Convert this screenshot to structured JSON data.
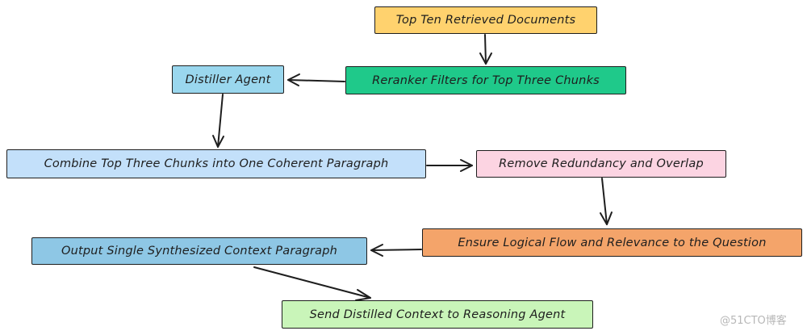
{
  "diagram": {
    "nodes": [
      {
        "id": "top-docs",
        "label": "Top Ten Retrieved Documents",
        "fill": "#ffd26e"
      },
      {
        "id": "reranker",
        "label": "Reranker Filters for Top Three Chunks",
        "fill": "#1fc98a"
      },
      {
        "id": "distiller",
        "label": "Distiller Agent",
        "fill": "#9ad7ee"
      },
      {
        "id": "combine",
        "label": "Combine Top Three Chunks into One Coherent Paragraph",
        "fill": "#c3e0fa"
      },
      {
        "id": "remove",
        "label": "Remove Redundancy and Overlap",
        "fill": "#fcd4e2"
      },
      {
        "id": "ensure",
        "label": "Ensure Logical Flow and Relevance to the Question",
        "fill": "#f4a46a"
      },
      {
        "id": "output",
        "label": "Output Single Synthesized Context Paragraph",
        "fill": "#8ec7e5"
      },
      {
        "id": "send",
        "label": "Send Distilled Context to Reasoning Agent",
        "fill": "#c9f5b9"
      }
    ],
    "edges": [
      {
        "from": "top-docs",
        "to": "reranker"
      },
      {
        "from": "reranker",
        "to": "distiller"
      },
      {
        "from": "distiller",
        "to": "combine"
      },
      {
        "from": "combine",
        "to": "remove"
      },
      {
        "from": "remove",
        "to": "ensure"
      },
      {
        "from": "ensure",
        "to": "output"
      },
      {
        "from": "output",
        "to": "send"
      }
    ],
    "stroke_color": "#1e1e1e"
  },
  "watermark": "@51CTO博客"
}
